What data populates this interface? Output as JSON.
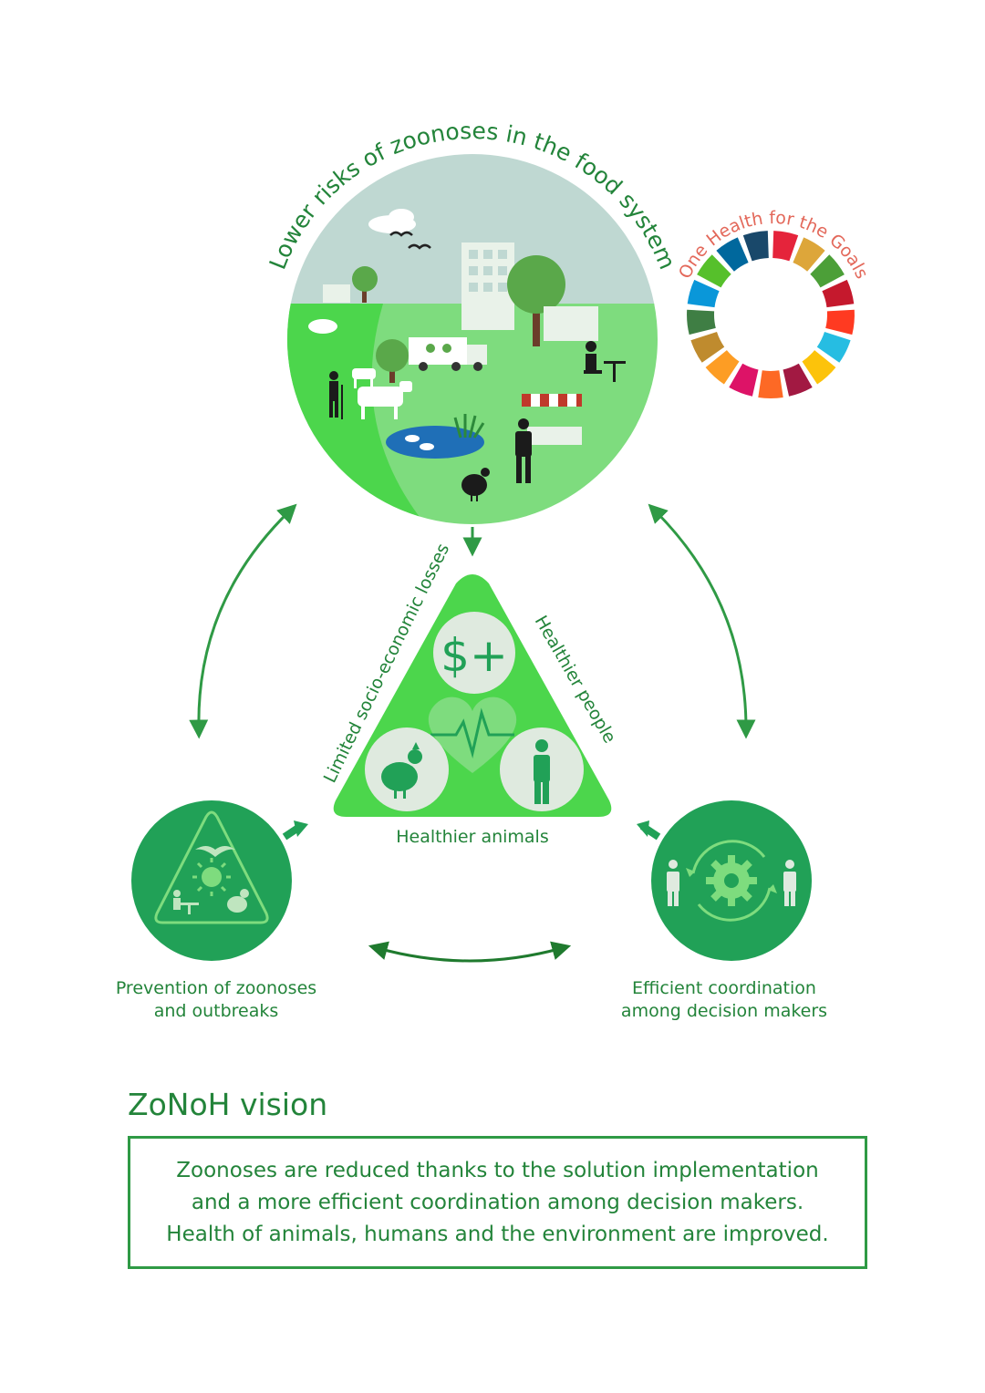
{
  "top_arc_title": "Lower risks of zoonoses in the food system",
  "sdg_wheel": {
    "title": "One Health for the Goals",
    "segment_colors": [
      "#e5243b",
      "#dda63a",
      "#4c9f38",
      "#c5192d",
      "#ff3a21",
      "#26bde2",
      "#fcc30b",
      "#a21942",
      "#fd6925",
      "#dd1367",
      "#fd9d24",
      "#bf8b2e",
      "#3f7e44",
      "#0a97d9",
      "#56c02b",
      "#00689d",
      "#19486a"
    ]
  },
  "triangle": {
    "left_side_label": "Limited socio-economic losses",
    "right_side_label": "Healthier people",
    "bottom_label": "Healthier animals",
    "dollar_symbol": "$+"
  },
  "left_node": {
    "caption_line1": "Prevention of zoonoses",
    "caption_line2": "and outbreaks"
  },
  "right_node": {
    "caption_line1": "Efficient coordination",
    "caption_line2": "among decision makers"
  },
  "vision": {
    "title": "ZoNoH vision",
    "line1": "Zoonoses are reduced thanks to the solution implementation",
    "line2": "and a more efficient coordination among decision makers.",
    "line3": "Health of animals, humans and the environment are improved."
  },
  "colors": {
    "primary_green": "#23843a",
    "circle_green": "#21a157",
    "light_green": "#4cd64c",
    "sky": "#bfd8d2"
  }
}
